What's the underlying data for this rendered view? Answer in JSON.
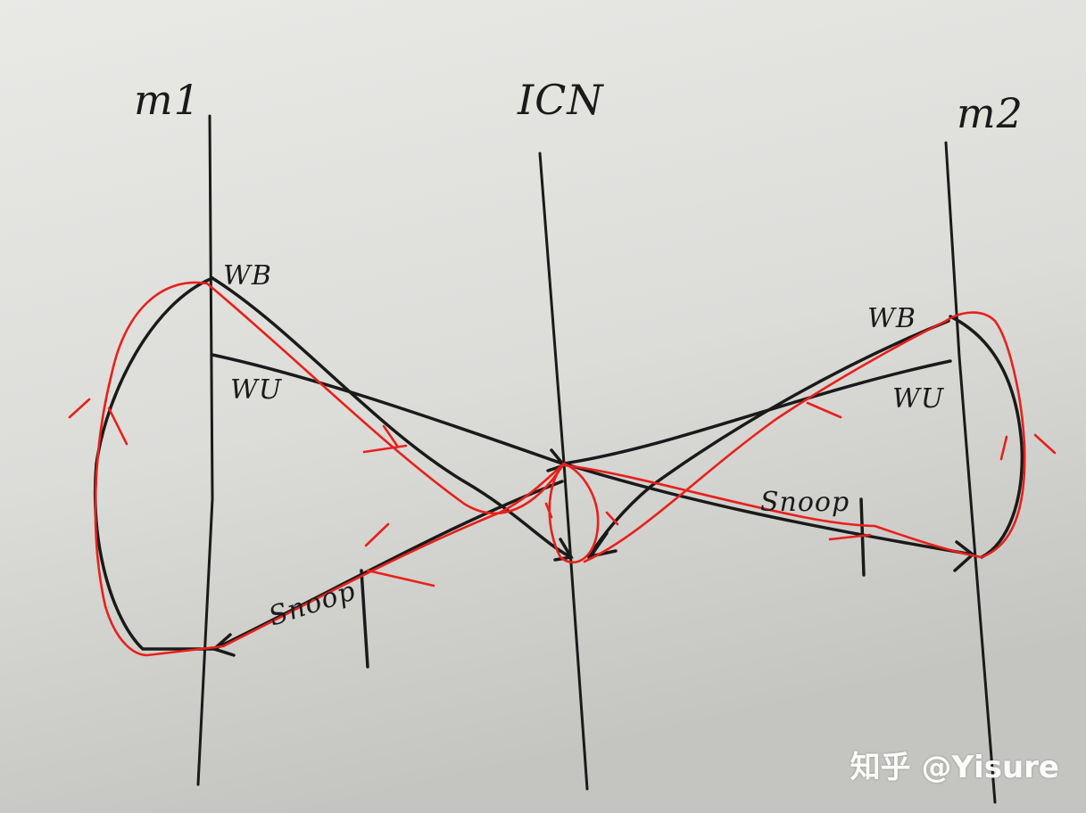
{
  "labels": {
    "left_node": "m1",
    "center_node": "ICN",
    "right_node": "m2",
    "left_wb": "WB",
    "left_wu": "WU",
    "right_wb": "WB",
    "right_wu": "WU",
    "left_snoop": "Snoop",
    "right_snoop": "Snoop"
  },
  "watermark": "知乎 @Yisure",
  "colors": {
    "ink": "#1a1a1a",
    "red": "#e8201a",
    "paper_light": "#e6e6e3",
    "paper_shadow": "#bdbdba"
  }
}
